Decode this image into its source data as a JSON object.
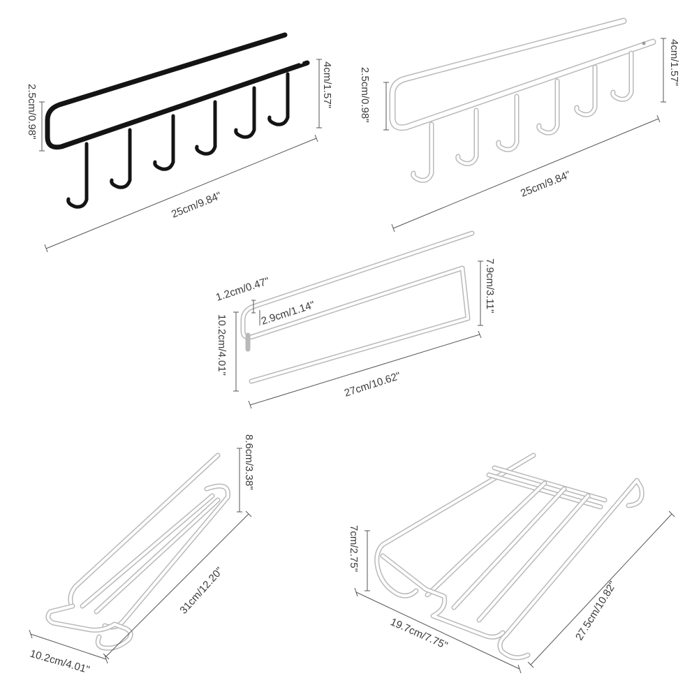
{
  "colors": {
    "background": "#ffffff",
    "black_product": "#141414",
    "white_product": "#ffffff",
    "white_product_shading": "#b9b9b9",
    "dimension_text": "#3a3a3a",
    "dimension_line": "#555555"
  },
  "products": {
    "black_hook_rack": {
      "color": "black",
      "hooks": 6,
      "labels": {
        "height": "2.5cm/0.98\"",
        "depth": "4cm/1.57\"",
        "length": "25cm/9.84\""
      }
    },
    "white_hook_rack": {
      "color": "white",
      "hooks": 6,
      "labels": {
        "height": "2.5cm/0.98\"",
        "depth": "4cm/1.57\"",
        "length": "25cm/9.84\""
      }
    },
    "paper_towel_holder": {
      "color": "white",
      "labels": {
        "bar_gap": "1.2cm/0.47\"",
        "inner_height": "2.9cm/1.14\"",
        "side_height": "7.9cm/3.11\"",
        "total_height": "10.2cm/4.01\"",
        "length": "27cm/10.62\""
      }
    },
    "glass_rack_single": {
      "color": "white",
      "labels": {
        "height": "8.6cm/3.38\"",
        "length": "31cm/12.20\"",
        "width": "10.2cm/4.01\""
      }
    },
    "glass_rack_double": {
      "color": "white",
      "labels": {
        "height": "7cm/2.75\"",
        "width": "19.7cm/7.75\"",
        "length": "27.5cm/10.82\""
      }
    }
  }
}
